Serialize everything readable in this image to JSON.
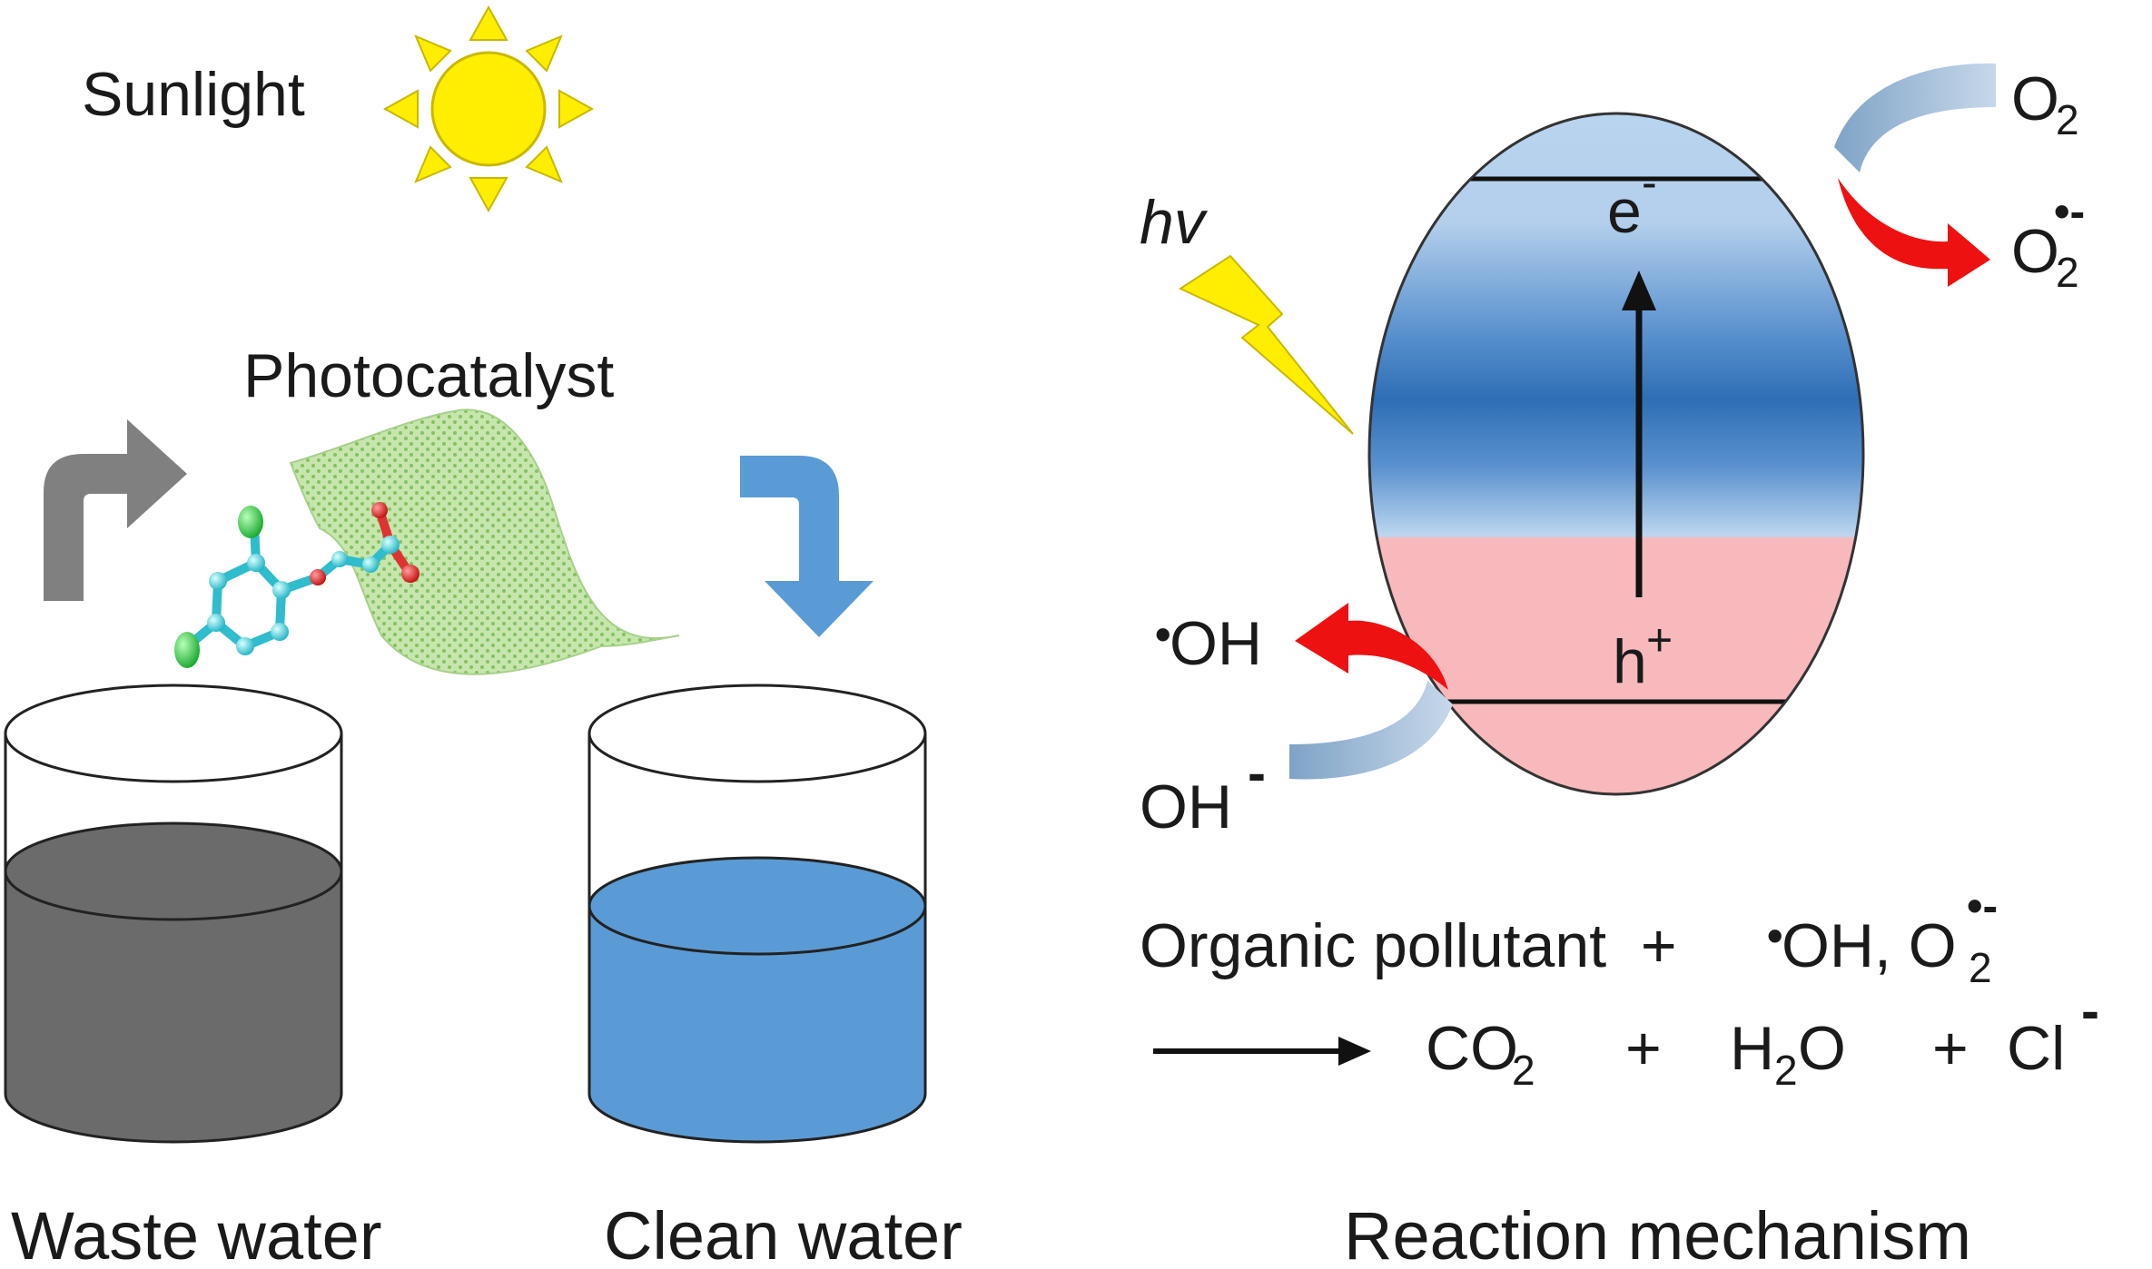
{
  "labels": {
    "sunlight": "Sunlight",
    "photocatalyst": "Photocatalyst",
    "waste_water": "Waste water",
    "clean_water": "Clean water",
    "reaction_mechanism": "Reaction mechanism",
    "hv": "hv",
    "electron": "e",
    "electron_charge": "-",
    "hole": "h",
    "hole_charge": "+",
    "o2": "O",
    "o2_sub": "2",
    "superoxide": "O",
    "superoxide_sub": "2",
    "superoxide_sup": "•-",
    "oh_radical_dot": "•",
    "oh_radical": "OH",
    "hydroxide": "OH",
    "hydroxide_charge": "-"
  },
  "equation": {
    "reactant": "Organic pollutant  +",
    "radical_dot": "•",
    "radicals": "OH, O",
    "radicals_sub": "2",
    "radicals_sup": "•-",
    "co2": "CO",
    "co2_sub": "2",
    "plus1": "+",
    "h2o_h": "H",
    "h2o_sub": "2",
    "h2o_o": "O",
    "plus2": "+",
    "cl": "Cl",
    "cl_charge": "-"
  },
  "colors": {
    "sun": "#ffee00",
    "waste_water": "#6b6b6b",
    "clean_water": "#5b9bd5",
    "conduction_band": "#b8d4ee",
    "band_gap_blue": "#2e6eb5",
    "valence_band": "#f7b9bb",
    "red_arrow": "#ee1111",
    "grey_arrow": "#808080",
    "blue_arrow": "#5b9bd5",
    "lightning": "#ffee00",
    "photocatalyst_sheet": "#b6dc9a"
  }
}
